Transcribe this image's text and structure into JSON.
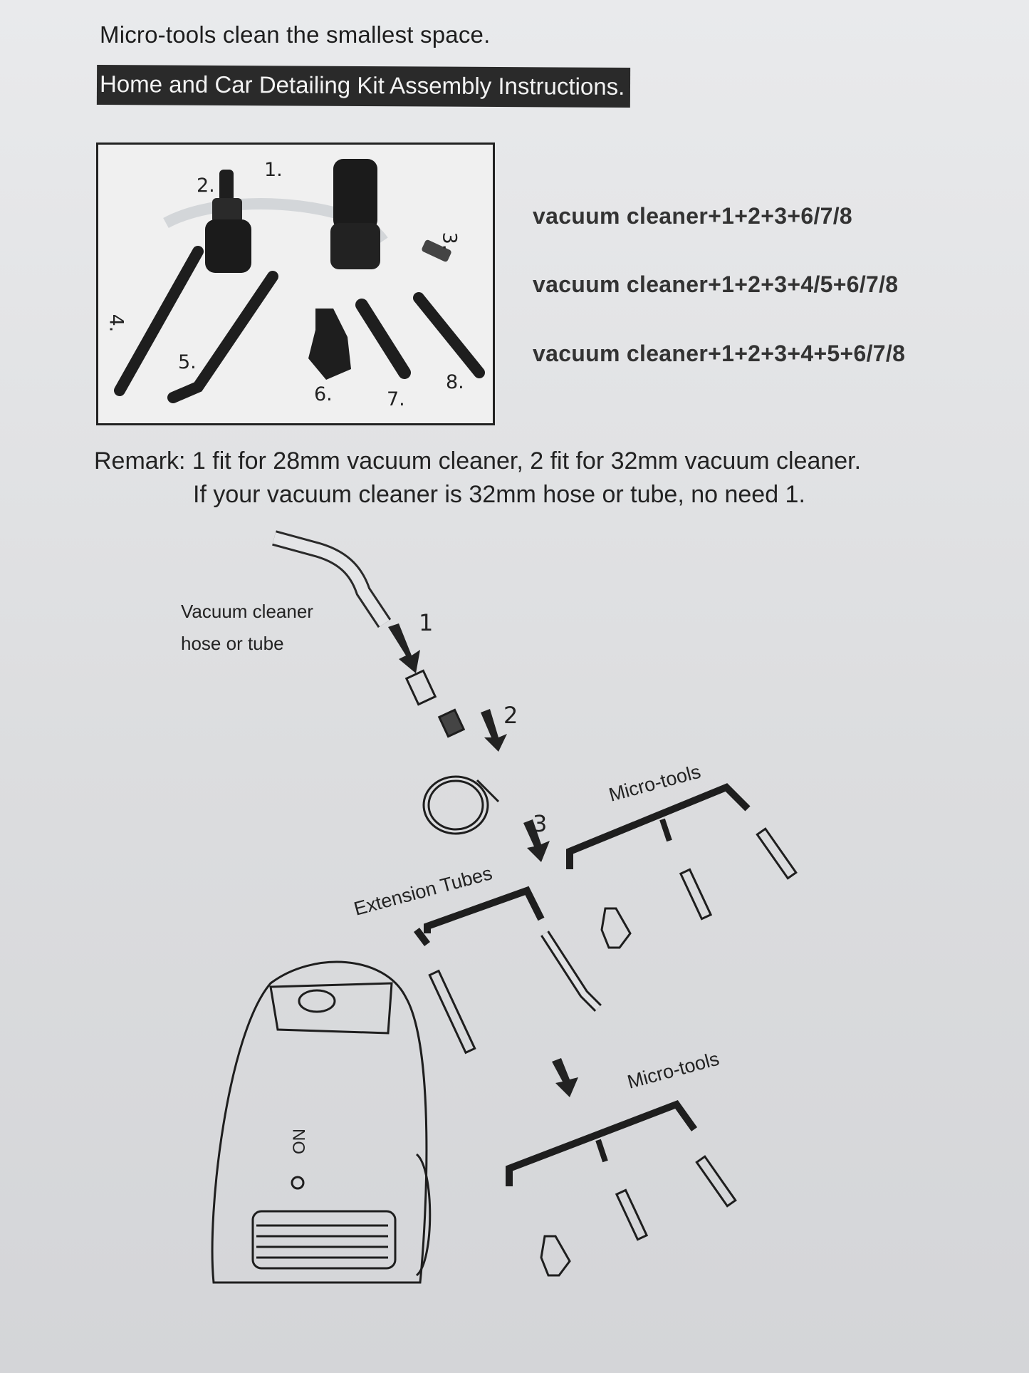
{
  "header": {
    "tagline": "Micro-tools clean the smallest space.",
    "title": "Home and Car Detailing Kit Assembly Instructions."
  },
  "parts_figure": {
    "numbers": [
      "1.",
      "2.",
      "3.",
      "4.",
      "5.",
      "6.",
      "7.",
      "8."
    ]
  },
  "combinations": [
    "vacuum cleaner+1+2+3+6/7/8",
    "vacuum cleaner+1+2+3+4/5+6/7/8",
    "vacuum cleaner+1+2+3+4+5+6/7/8"
  ],
  "remark": {
    "line1": "Remark: 1 fit for 28mm vacuum cleaner, 2 fit for 32mm vacuum cleaner.",
    "line2": "If your vacuum cleaner is 32mm hose or tube, no need 1."
  },
  "assembly": {
    "hose_label_1": "Vacuum cleaner",
    "hose_label_2": "hose or tube",
    "step_1": "1",
    "step_2": "2",
    "step_3": "3",
    "extension_label": "Extension Tubes",
    "micro_tools_label_1": "Micro-tools",
    "micro_tools_label_2": "Micro-tools",
    "switch_text": "ON"
  }
}
